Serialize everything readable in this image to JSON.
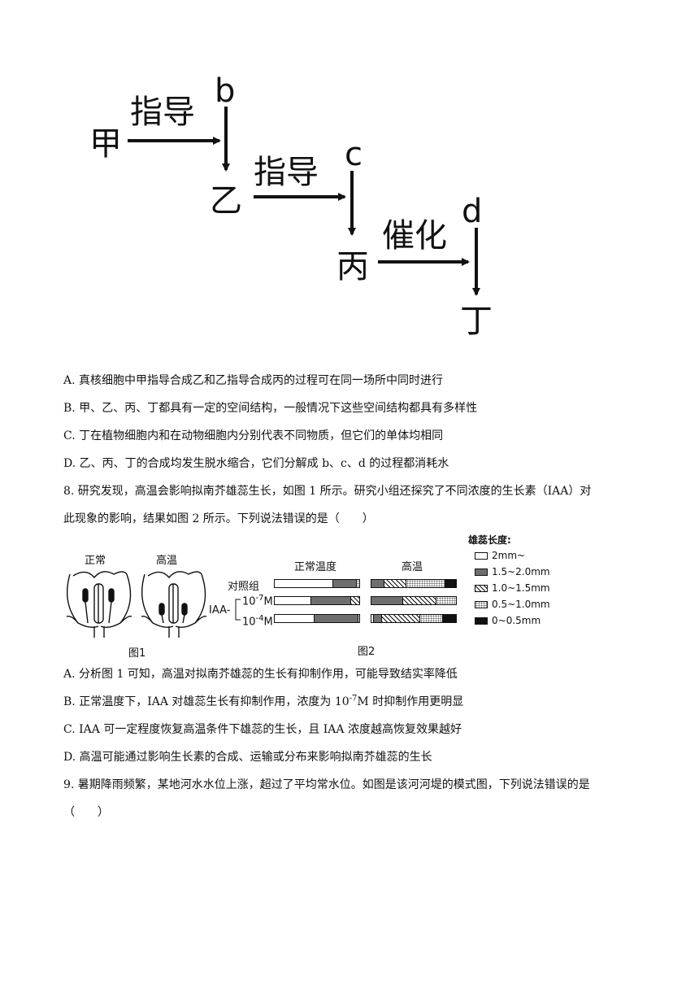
{
  "flow_diagram": {
    "nodes": [
      "甲",
      "乙",
      "丙",
      "丁"
    ],
    "arrow_labels": [
      "指导",
      "指导",
      "催化"
    ],
    "products": [
      "b",
      "c",
      "d"
    ]
  },
  "q7_options": [
    "A. 真核细胞中甲指导合成乙和乙指导合成丙的过程可在同一场所中同时进行",
    "B. 甲、乙、丙、丁都具有一定的空间结构，一般情况下这些空间结构都具有多样性",
    "C. 丁在植物细胞内和在动物细胞内分别代表不同物质，但它们的单体均相同",
    "D. 乙、丙、丁的合成均发生脱水缩合，它们分解成 b、c、d 的过程都消耗水"
  ],
  "q8": {
    "stem_line1": "8. 研究发现，高温会影响拟南芥雄蕊生长，如图 1 所示。研究小组还探究了不同浓度的生长素（IAA）对",
    "stem_line2": "此现象的影响，结果如图 2 所示。下列说法错误的是（　　）",
    "fig1": {
      "label_normal": "正常",
      "label_high": "高温",
      "caption": "图1"
    },
    "fig2": {
      "col_normal": "正常温度",
      "col_high": "高温",
      "row_control": "对照组",
      "row_iaa": "IAA",
      "conc_base": "10",
      "conc1_exp": "-7",
      "conc2_exp": "-4",
      "conc_unit": "M",
      "caption": "图2",
      "legend_title": "雄蕊长度:",
      "legend": [
        "2mm~",
        "1.5~2.0mm",
        "1.0~1.5mm",
        "0.5~1.0mm",
        "0~0.5mm"
      ]
    },
    "options": [
      "A. 分析图 1 可知，高温对拟南芥雄蕊的生长有抑制作用，可能导致结实率降低",
      "B. 正常温度下，IAA 对雄蕊生长有抑制作用，浓度为 10",
      "-7",
      "M 时抑制作用更明显",
      "C. IAA 可一定程度恢复高温条件下雄蕊的生长，且 IAA 浓度越高恢复效果越好",
      "D. 高温可能通过影响生长素的合成、运输或分布来影响拟南芥雄蕊的生长"
    ]
  },
  "q9": {
    "stem_line1": "9. 暑期降雨频繁，某地河水水位上涨，超过了平均常水位。如图是该河河堤的模式图，下列说法错误的是",
    "stem_line2": "（　　）"
  },
  "chart_data": {
    "type": "bar",
    "title": "",
    "categories": [
      "对照组",
      "IAA 10-7M",
      "IAA 10-4M"
    ],
    "legend": [
      "2mm~",
      "1.5~2.0mm",
      "1.0~1.5mm",
      "0.5~1.0mm",
      "0~0.5mm"
    ],
    "panels": [
      {
        "name": "正常温度",
        "rows": [
          [
            0.68,
            0.28,
            0.0,
            0.04,
            0.0
          ],
          [
            0.42,
            0.47,
            0.11,
            0.0,
            0.0
          ],
          [
            0.46,
            0.52,
            0.0,
            0.02,
            0.0
          ]
        ]
      },
      {
        "name": "高温",
        "rows": [
          [
            0.0,
            0.14,
            0.26,
            0.47,
            0.13
          ],
          [
            0.0,
            0.37,
            0.39,
            0.24,
            0.0
          ],
          [
            0.02,
            0.1,
            0.45,
            0.27,
            0.16
          ]
        ]
      }
    ],
    "grid": false,
    "legend_position": "top-right"
  }
}
